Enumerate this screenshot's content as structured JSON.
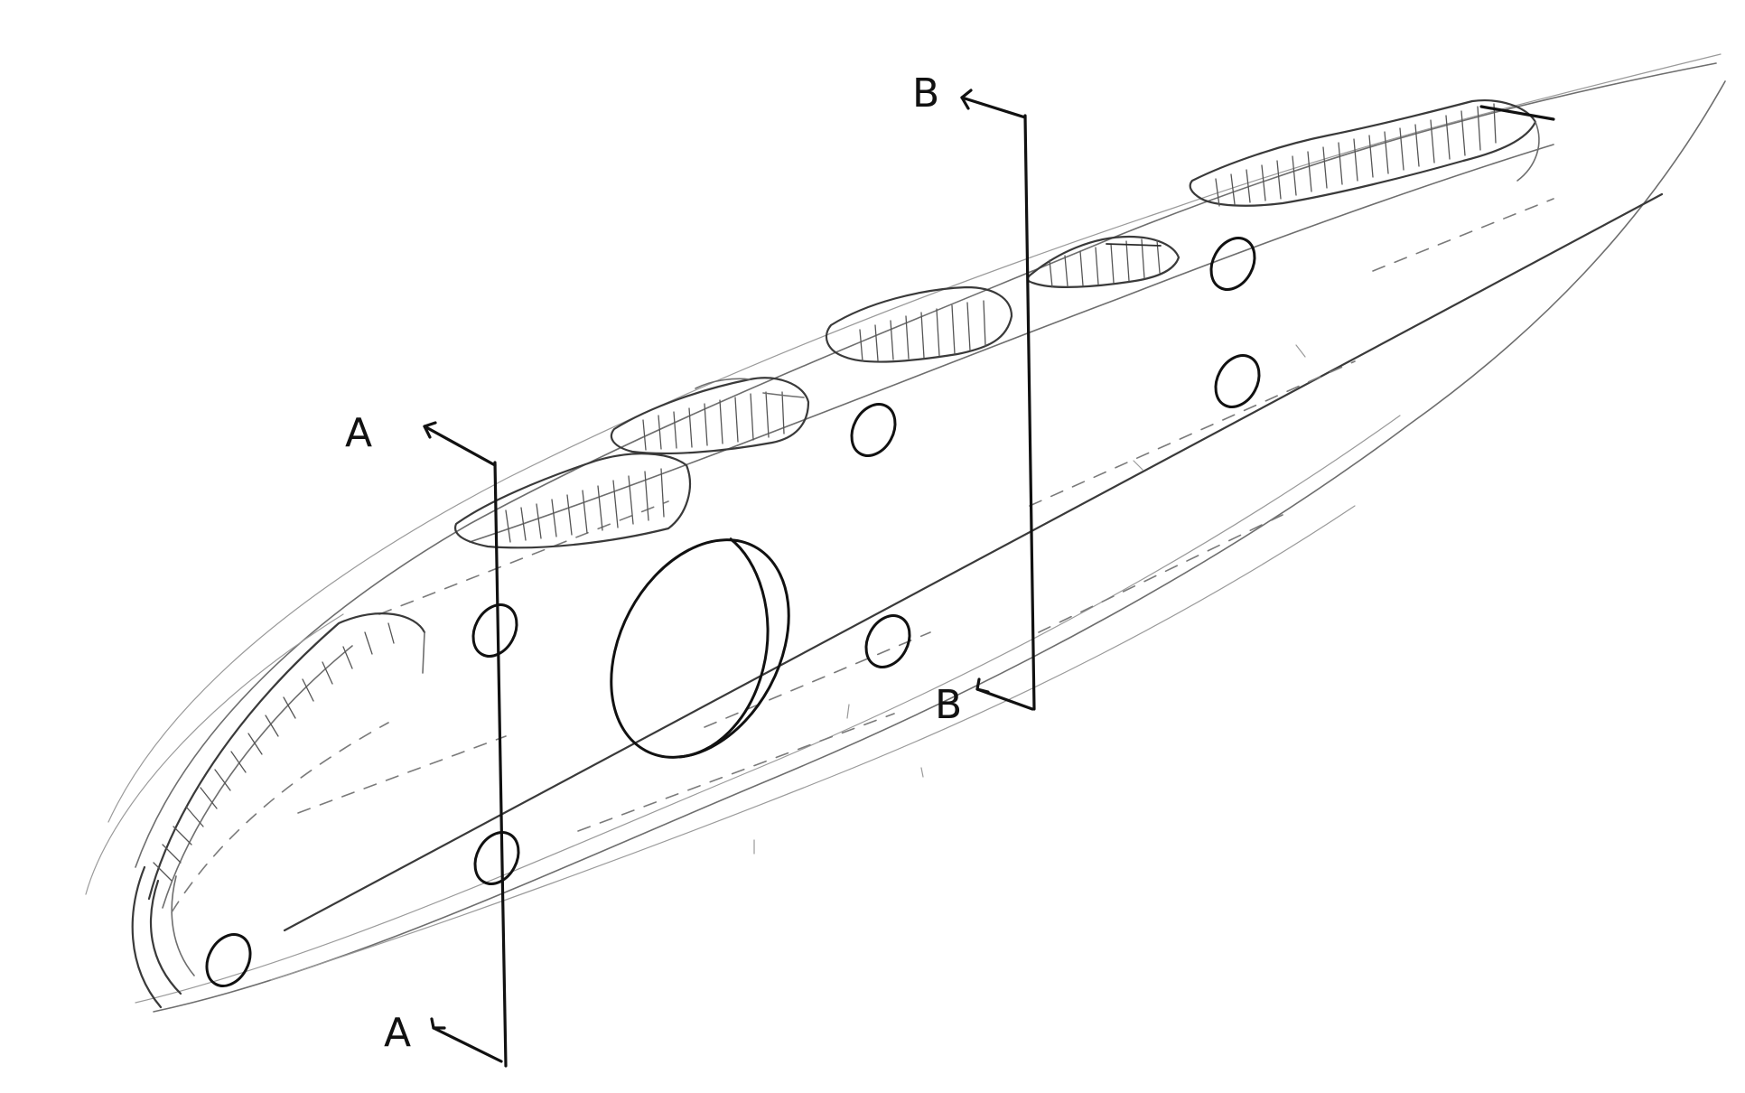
{
  "section_labels": {
    "a_top": "A",
    "a_bottom": "A",
    "b_top": "B",
    "b_bottom": "B"
  },
  "ink_color": "#111111",
  "pencil_color": "#7a7a7a"
}
